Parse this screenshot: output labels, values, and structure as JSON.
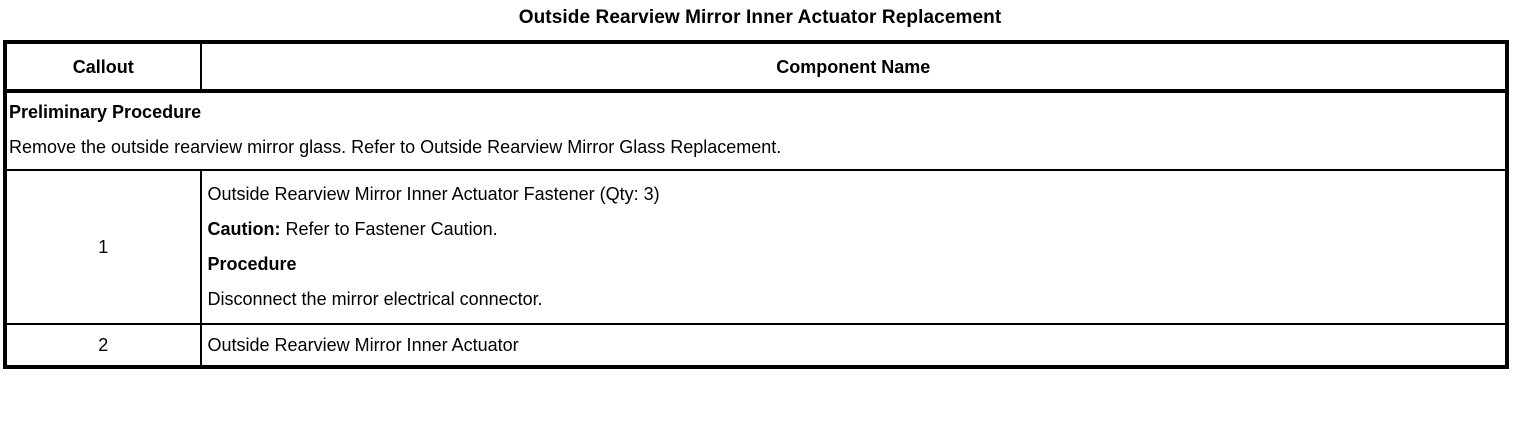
{
  "document": {
    "title": "Outside Rearview Mirror Inner Actuator Replacement"
  },
  "table": {
    "headers": {
      "callout": "Callout",
      "component": "Component Name"
    },
    "preliminary": {
      "heading": "Preliminary Procedure",
      "text": "Remove the outside rearview mirror glass. Refer to Outside Rearview Mirror Glass Replacement."
    },
    "rows": [
      {
        "callout": "1",
        "lines": [
          {
            "text": "Outside Rearview Mirror Inner Actuator Fastener (Qty: 3)"
          },
          {
            "lead": "Caution:",
            "text": " Refer to Fastener Caution."
          },
          {
            "text": "Procedure",
            "bold": true
          },
          {
            "text": "Disconnect the mirror electrical connector."
          }
        ]
      },
      {
        "callout": "2",
        "lines": [
          {
            "text": "Outside Rearview Mirror Inner Actuator"
          }
        ]
      }
    ]
  }
}
